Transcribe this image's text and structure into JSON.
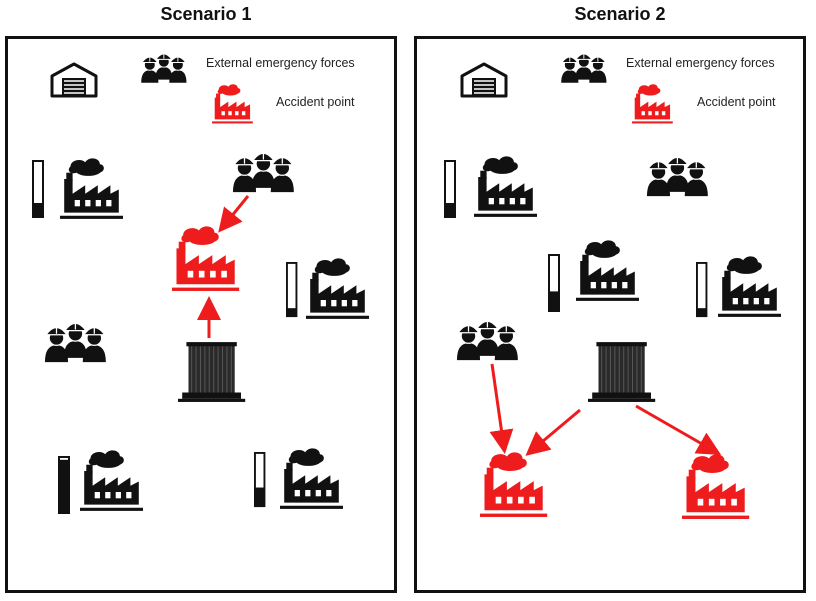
{
  "scenarios": [
    {
      "title": "Scenario 1",
      "legend": {
        "forces_label": "External emergency forces",
        "accident_label": "Accident point"
      },
      "factory_fill_levels": [
        0.25,
        0.15,
        0.95,
        0.35
      ],
      "arrow_color": "#ee1c1c"
    },
    {
      "title": "Scenario 2",
      "legend": {
        "forces_label": "External emergency forces",
        "accident_label": "Accident point"
      },
      "factory_fill_levels": [
        0.25,
        0.35,
        0.15
      ],
      "arrow_color": "#ee1c1c"
    }
  ],
  "colors": {
    "accent": "#ee1c1c",
    "icon": "#111111",
    "border": "#111111"
  },
  "icons": [
    "warehouse-icon",
    "emergency-forces-icon",
    "factory-icon",
    "accident-factory-icon",
    "storage-tank-icon",
    "level-gauge-icon"
  ]
}
